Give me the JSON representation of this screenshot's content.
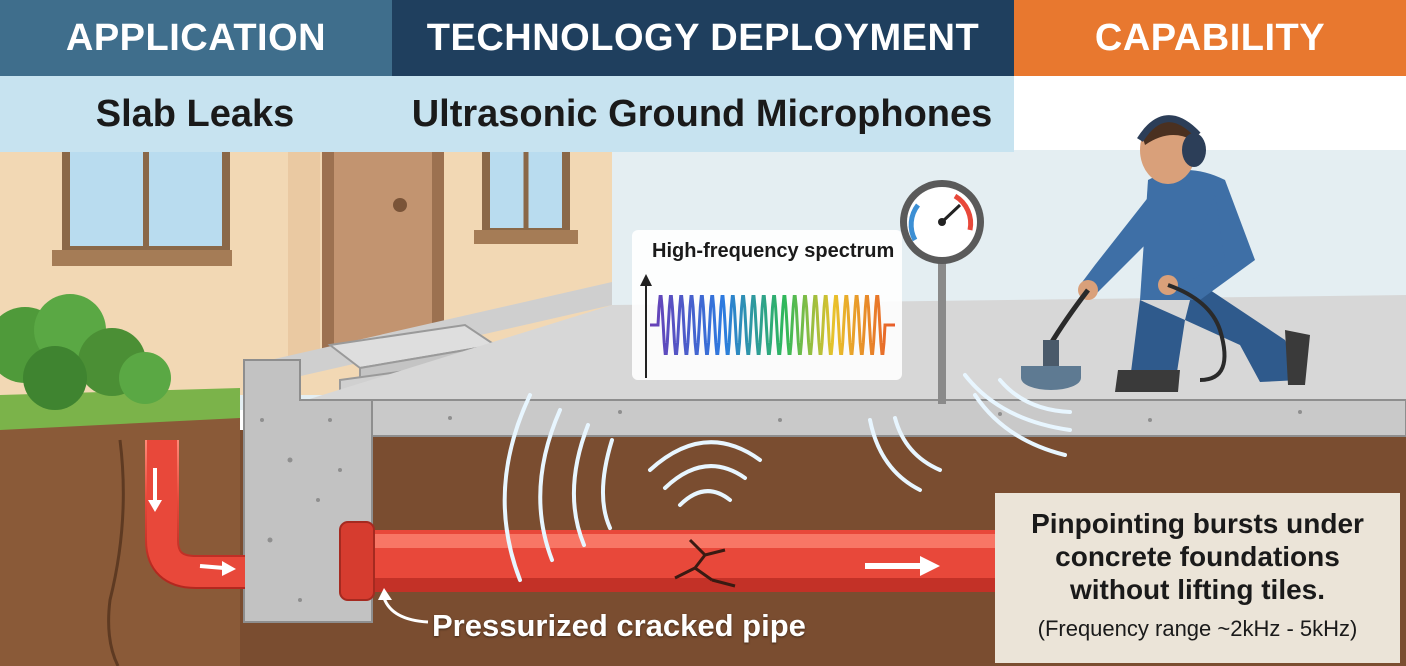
{
  "header": {
    "application": "APPLICATION",
    "technology": "TECHNOLOGY DEPLOYMENT",
    "capability": "CAPABILITY"
  },
  "subheader": {
    "application_value": "Slab Leaks",
    "technology_value": "Ultrasonic Ground Microphones"
  },
  "spectrum": {
    "title": "High-frequency spectrum"
  },
  "pipe": {
    "label": "Pressurized cracked pipe"
  },
  "capability": {
    "lines": [
      "Pinpointing bursts under",
      "concrete foundations",
      "without lifting tiles."
    ],
    "note": "(Frequency range ~2kHz - 5kHz)"
  },
  "colors": {
    "application_header": "#3f6e8c",
    "technology_header": "#1f3f5e",
    "capability_header": "#e8782f",
    "subheader_band": "#c7e3f0",
    "pipe": "#e8483a",
    "soil": "#7a4d30",
    "concrete": "#c9c9c9"
  },
  "icons": [
    "headphones-icon",
    "pressure-gauge-icon",
    "ground-microphone-icon",
    "flow-arrow-icon"
  ]
}
